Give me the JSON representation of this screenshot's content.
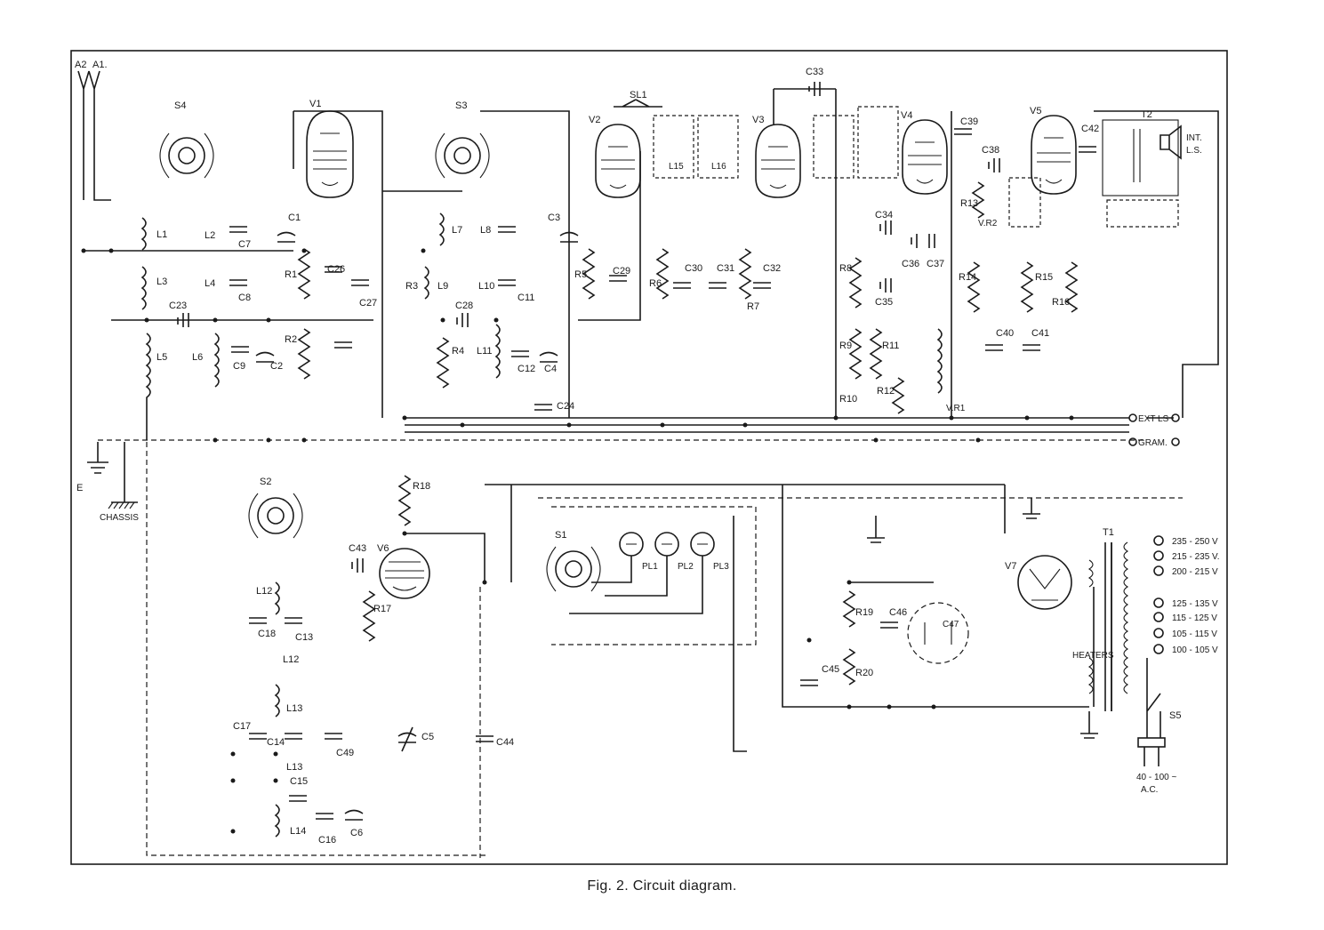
{
  "caption": "Fig. 2.   Circuit diagram.",
  "valves": [
    "V1",
    "V2",
    "V3",
    "V4",
    "V5",
    "V6",
    "V7"
  ],
  "switches": [
    "S4",
    "S3",
    "S2",
    "S1",
    "S5",
    "SL1"
  ],
  "terminals": {
    "aerials": [
      "A2",
      "A1."
    ],
    "earth": "E",
    "chassis": "CHASSIS",
    "ext_ls": "EXT LS",
    "gram": "GRAM.",
    "int_ls": [
      "INT.",
      "L.S."
    ],
    "mains": [
      "40 - 100 ~",
      "A.C."
    ],
    "heaters": "HEATERS"
  },
  "transformers": [
    "T1",
    "T2"
  ],
  "pilot_lamps": [
    "PL1",
    "PL2",
    "PL3"
  ],
  "voltage_taps": [
    "235 - 250 V",
    "215 - 235 V.",
    "200 - 215 V",
    "125 - 135 V",
    "115 - 125 V",
    "105 - 115 V",
    "100 - 105 V"
  ],
  "inductors": [
    "L1",
    "L2",
    "L3",
    "L4",
    "L5",
    "L6",
    "L7",
    "L8",
    "L9",
    "L10",
    "L11",
    "L12",
    "L12",
    "L13",
    "L13",
    "L14",
    "L15",
    "L16"
  ],
  "resistors": [
    "R1",
    "R2",
    "R3",
    "R4",
    "R5",
    "R6",
    "R7",
    "R8",
    "R9",
    "R10",
    "R11",
    "R12",
    "R13",
    "R14",
    "R15",
    "R16",
    "R17",
    "R18",
    "R19",
    "R20",
    "V.R2",
    "V.R1"
  ],
  "capacitors": [
    "C1",
    "C2",
    "C3",
    "C4",
    "C5",
    "C6",
    "C7",
    "C8",
    "C9",
    "C11",
    "C12",
    "C13",
    "C14",
    "C15",
    "C16",
    "C17",
    "C18",
    "C23",
    "C24",
    "C26",
    "C27",
    "C28",
    "C29",
    "C30",
    "C31",
    "C32",
    "C33",
    "C34",
    "C35",
    "C36",
    "C37",
    "C38",
    "C39",
    "C40",
    "C41",
    "C42",
    "C43",
    "C44",
    "C45",
    "C46",
    "C47",
    "C49"
  ]
}
